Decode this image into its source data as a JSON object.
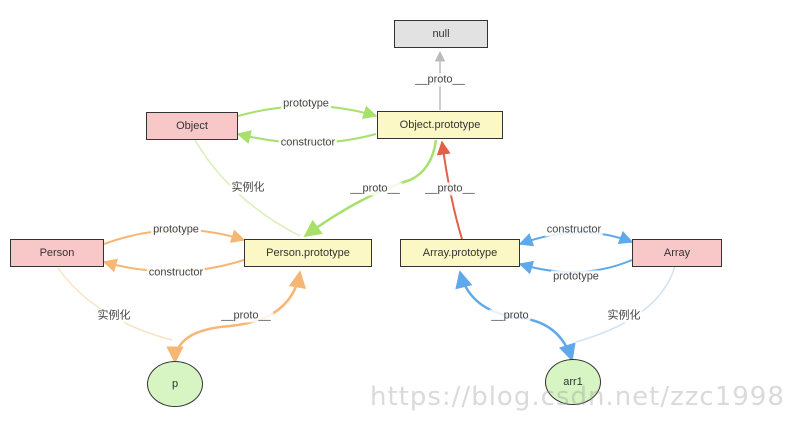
{
  "colors": {
    "constructor_box": "#f8c8c8",
    "prototype_box": "#fbf8c6",
    "null_box": "#e2e2e2",
    "instance_circle": "#d6f5c2",
    "green_edge": "#a8e06c",
    "orange_edge": "#f5b773",
    "red_edge": "#e0604a",
    "blue_edge": "#5fa8ea",
    "gray_edge": "#bbbbbb"
  },
  "nodes": {
    "null": "null",
    "object": "Object",
    "object_prototype": "Object.prototype",
    "person": "Person",
    "person_prototype": "Person.prototype",
    "array_prototype": "Array.prototype",
    "array": "Array",
    "p": "p",
    "arr1": "arr1"
  },
  "edge_labels": {
    "object_proto_null": "__proto__",
    "object_prototype": "prototype",
    "object_constructor": "constructor",
    "object_instantiate": "实例化",
    "person_prototype_proto": "__proto__",
    "array_prototype_proto": "__proto__",
    "person_prototype": "prototype",
    "person_constructor": "constructor",
    "array_constructor": "constructor",
    "array_prototype": "prototype",
    "person_instantiate": "实例化",
    "p_proto": "__proto__",
    "arr1_proto": "__proto",
    "array_instantiate": "实例化"
  },
  "watermark": "https://blog.csdn.net/zzc1998"
}
